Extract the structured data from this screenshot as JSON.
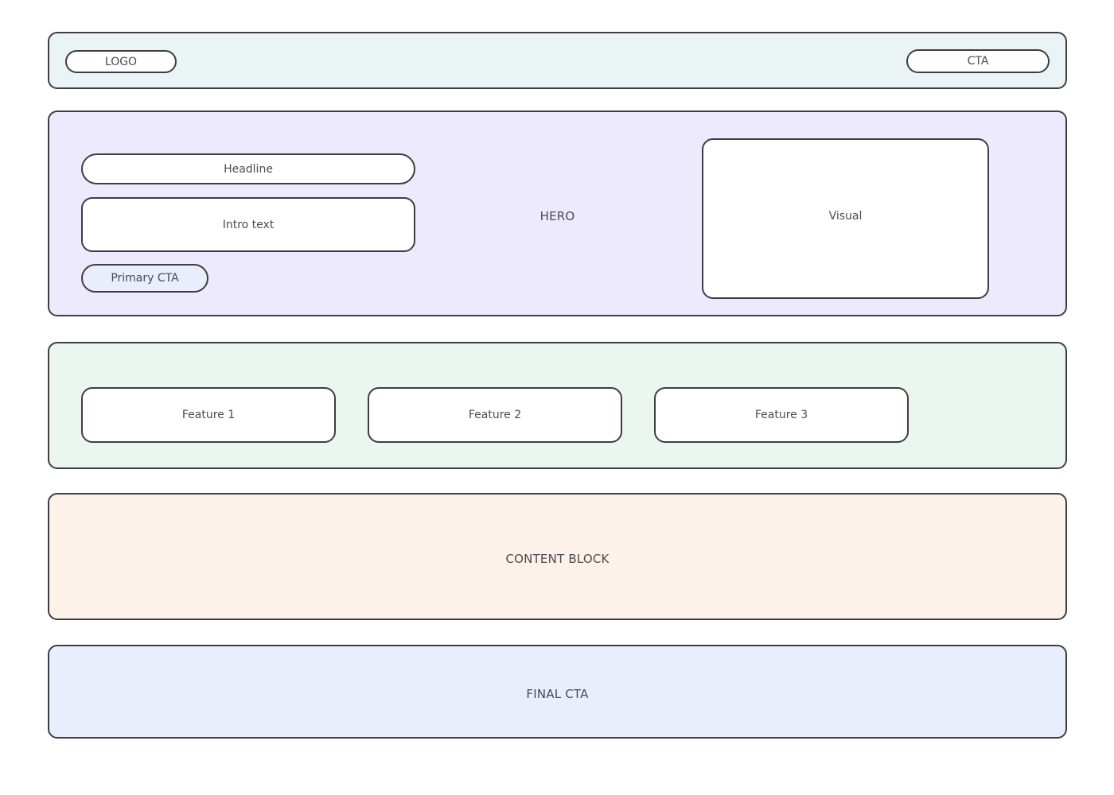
{
  "page": {
    "background": "#ffffff",
    "border_color": "#3d3d44",
    "text_color": "#4a4a52"
  },
  "header": {
    "background": "#eaf4f4",
    "logo_label": "LOGO",
    "cta_label": "CTA"
  },
  "hero": {
    "background": "#eeeafd",
    "section_label": "HERO",
    "headline_label": "Headline",
    "intro_label": "Intro text",
    "primary_cta_label": "Primary CTA",
    "primary_cta_fill": "#e8eefc",
    "visual_label": "Visual"
  },
  "features": {
    "background": "#eaf6ee",
    "cards": [
      {
        "label": "Feature 1"
      },
      {
        "label": "Feature 2"
      },
      {
        "label": "Feature 3"
      }
    ]
  },
  "content_block": {
    "background": "#fdf2e9",
    "label": "CONTENT BLOCK"
  },
  "final_cta": {
    "background": "#e8eefc",
    "label": "FINAL CTA"
  }
}
